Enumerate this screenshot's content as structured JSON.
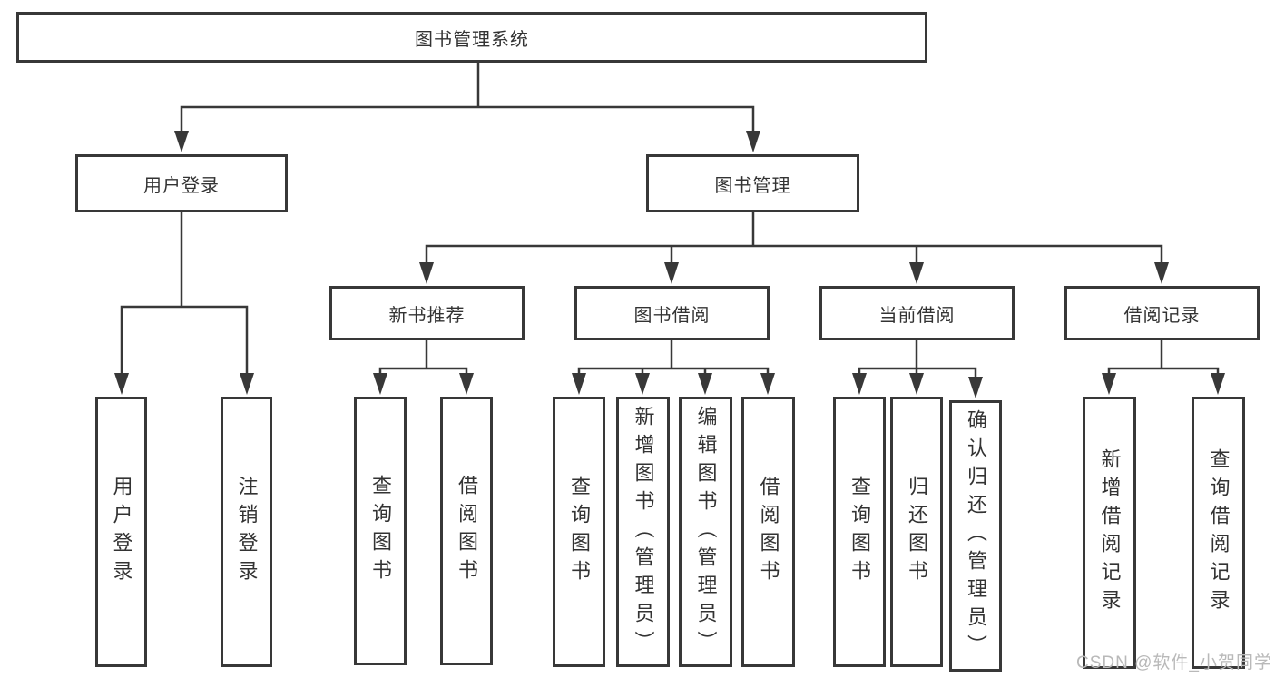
{
  "tree": {
    "root": {
      "label": "图书管理系统",
      "children": [
        {
          "label": "用户登录",
          "children": [
            {
              "label": "用户登录"
            },
            {
              "label": "注销登录"
            }
          ]
        },
        {
          "label": "图书管理",
          "children": [
            {
              "label": "新书推荐",
              "children": [
                {
                  "label": "查询图书"
                },
                {
                  "label": "借阅图书"
                }
              ]
            },
            {
              "label": "图书借阅",
              "children": [
                {
                  "label": "查询图书"
                },
                {
                  "label": "新增图书（管理员）"
                },
                {
                  "label": "编辑图书（管理员）"
                },
                {
                  "label": "借阅图书"
                }
              ]
            },
            {
              "label": "当前借阅",
              "children": [
                {
                  "label": "查询图书"
                },
                {
                  "label": "归还图书"
                },
                {
                  "label": "确认归还（管理员）"
                }
              ]
            },
            {
              "label": "借阅记录",
              "children": [
                {
                  "label": "新增借阅记录"
                },
                {
                  "label": "查询借阅记录"
                }
              ]
            }
          ]
        }
      ]
    }
  },
  "line_color": "#383838",
  "watermark": "CSDN @软件_小贺同学"
}
